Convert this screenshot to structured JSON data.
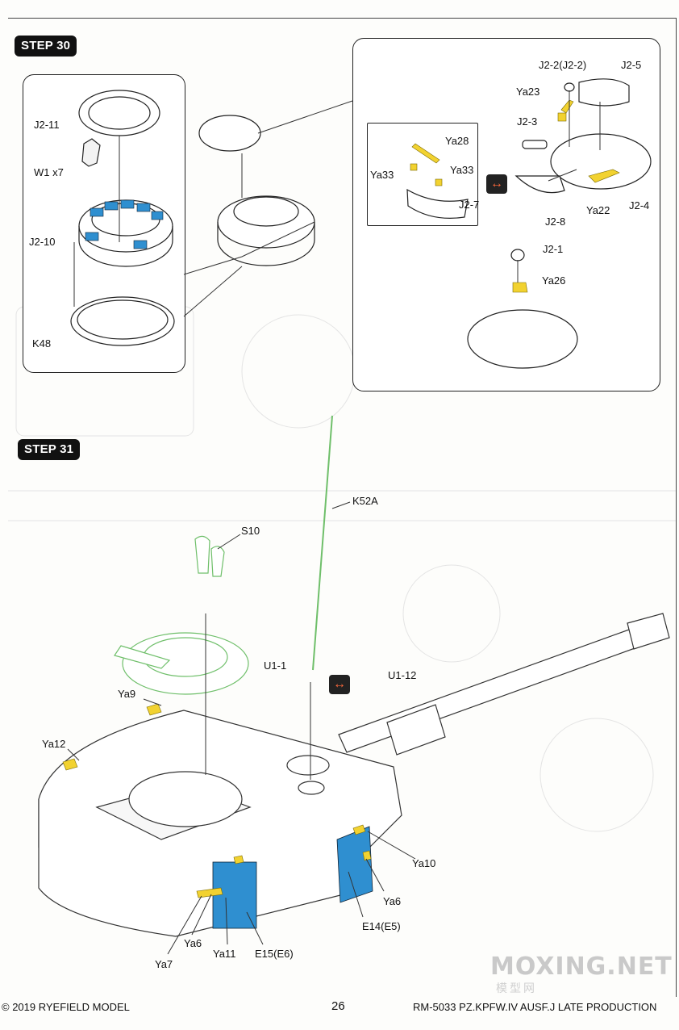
{
  "step30": {
    "badge": "STEP 30",
    "left_labels": {
      "j2_11": "J2-11",
      "w1": "W1 x7",
      "j2_10": "J2-10",
      "k48": "K48"
    },
    "right_labels": {
      "j2_2": "J2-2(J2-2)",
      "j2_5": "J2-5",
      "ya23": "Ya23",
      "ya28": "Ya28",
      "j2_3": "J2-3",
      "ya33a": "Ya33",
      "ya33b": "Ya33",
      "j2_7": "J2-7",
      "j2_8": "J2-8",
      "ya22": "Ya22",
      "j2_4": "J2-4",
      "j2_1": "J2-1",
      "ya26": "Ya26"
    }
  },
  "step31": {
    "badge": "STEP 31",
    "labels": {
      "k52a": "K52A",
      "s10": "S10",
      "u1_1": "U1-1",
      "u1_12": "U1-12",
      "ya9": "Ya9",
      "ya12": "Ya12",
      "ya10": "Ya10",
      "ya6a": "Ya6",
      "e14": "E14(E5)",
      "ya6b": "Ya6",
      "ya7": "Ya7",
      "ya11": "Ya11",
      "e15": "E15(E6)"
    }
  },
  "footer": {
    "copyright": "© 2019 RYEFIELD MODEL",
    "page_number": "26",
    "product": "RM-5033 PZ.KPFW.IV AUSF.J LATE PRODUCTION"
  },
  "watermark": {
    "main": "MOXING.NET",
    "sub": "模型网"
  },
  "colors": {
    "pe_blue": "#2f8fd0",
    "resin_yellow": "#f2d230",
    "alt_swap": "#ff6a3d",
    "green_ghost": "#6fbf6a"
  }
}
